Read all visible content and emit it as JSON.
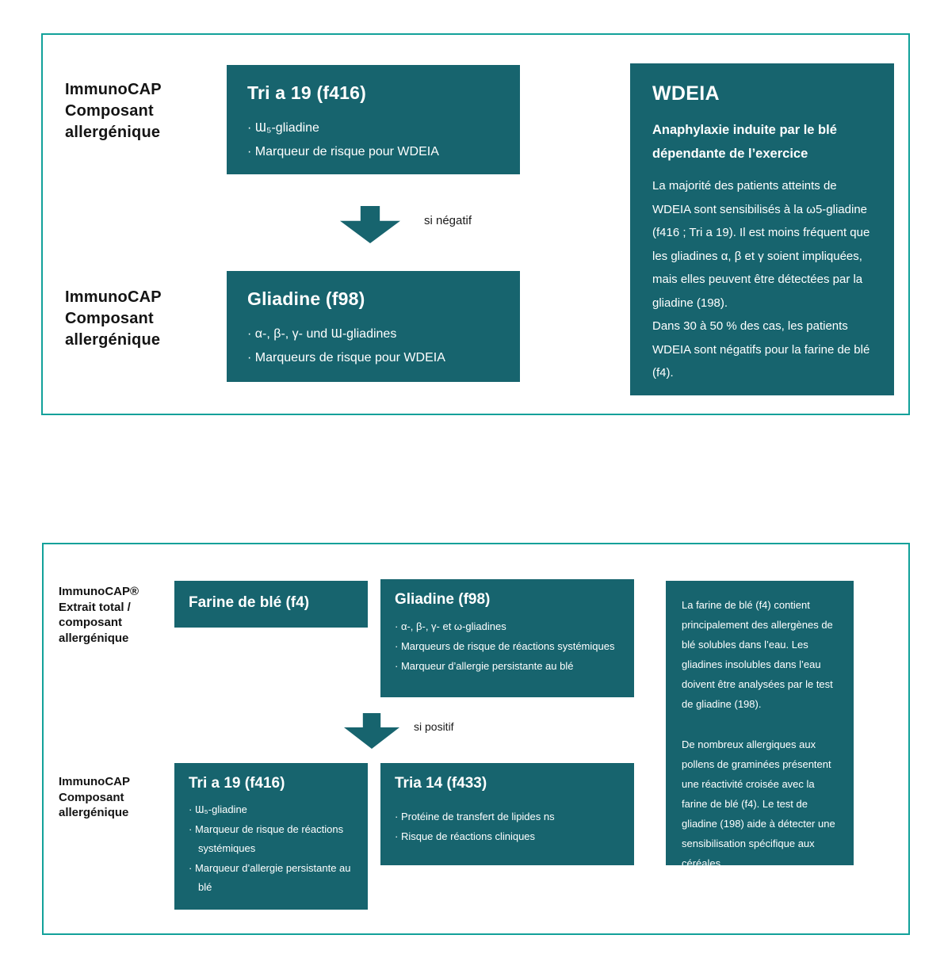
{
  "colors": {
    "box_teal": "#17646E",
    "panel_border": "#12A19A",
    "text_dark": "#141414",
    "text_on_teal": "#FFFFFF"
  },
  "panel1": {
    "label_top": "ImmunoCAP\nComposant\nallergénique",
    "tri_a_19": {
      "title": "Tri a 19 (f416)",
      "bullets": [
        "· Ɯ₅-gliadine",
        "· Marqueur de risque pour WDEIA"
      ]
    },
    "arrow_label": "si négatif",
    "label_bottom": "ImmunoCAP\nComposant\nallergénique",
    "gliadine": {
      "title": "Gliadine (f98)",
      "bullets": [
        "· α-, β-, γ- und Ɯ-gliadines",
        "· Marqueurs de risque pour WDEIA"
      ]
    },
    "wdeia": {
      "title": "WDEIA",
      "subtitle": "Anaphylaxie induite par le blé\ndépendante de l’exercice",
      "body": "La majorité des patients atteints de WDEIA sont sensibilisés à la ω5-gliadine (f416 ; Tri a 19). Il est moins fréquent que les gliadines α, β et γ soient impliquées, mais elles peuvent être détectées par la gliadine (198).\nDans 30 à 50 % des cas, les patients WDEIA sont négatifs pour la farine de blé (f4)."
    }
  },
  "panel2": {
    "label_top": "ImmunoCAP®\nExtrait total /\ncomposant\nallergénique",
    "farine": {
      "title": "Farine de blé (f4)"
    },
    "gliadine": {
      "title": "Gliadine (f98)",
      "bullets": [
        "· α-, β-, γ- et ω-gliadines",
        "· Marqueurs de risque de réactions systémiques",
        "· Marqueur d’allergie persistante au blé"
      ]
    },
    "arrow_label": "si positif",
    "label_bottom": "ImmunoCAP\nComposant\nallergénique",
    "tri_a_19": {
      "title": "Tri a 19 (f416)",
      "bullets": [
        "· Ɯ₅-gliadine",
        "· Marqueur de risque de réactions systémiques",
        "· Marqueur d’allergie persistante au blé"
      ]
    },
    "tria_14": {
      "title": "Tria 14 (f433)",
      "bullets": [
        "· Protéine de transfert de lipides ns",
        "· Risque de réactions cliniques"
      ]
    },
    "info": {
      "para1": "La farine de blé (f4) contient principalement des allergènes de blé solubles dans l’eau. Les gliadines insolubles dans l’eau doivent être analysées par le test de gliadine (198).",
      "para2": "De nombreux allergiques aux pollens de graminées présentent une réactivité croisée avec la farine de blé (f4). Le test de gliadine (198) aide à détecter une sensibilisation spécifique aux céréales."
    }
  }
}
